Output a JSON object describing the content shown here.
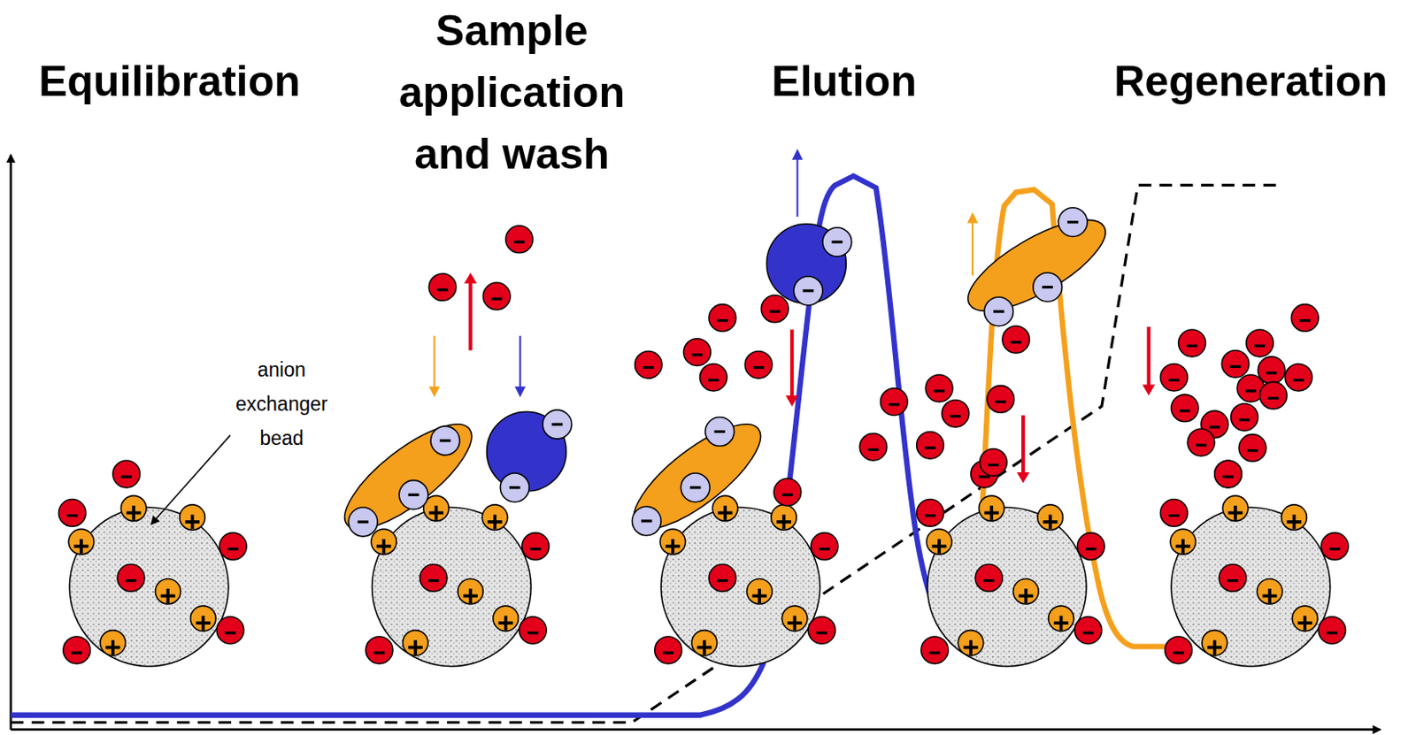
{
  "diagram": {
    "labels": [
      "Equilibration",
      "Sample application and wash",
      "Elution",
      "Regeneration",
      "anion exchanger bead"
    ]
  }
}
